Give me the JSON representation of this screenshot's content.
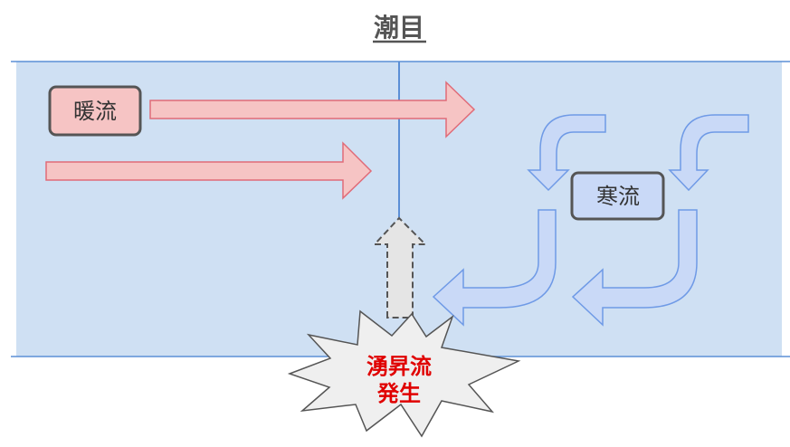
{
  "title": "潮目",
  "warm_current": {
    "label": "暖流"
  },
  "cold_current": {
    "label": "寒流"
  },
  "upwelling": {
    "line1": "湧昇流",
    "line2": "発生"
  },
  "colors": {
    "sea": "#cfe0f3",
    "sea_border": "#5b8fd6",
    "warm_fill": "#f6c4c4",
    "warm_stroke": "#e06b78",
    "cold_fill": "#c9d9f7",
    "cold_stroke": "#6f9ae6",
    "burst_fill": "#efefef",
    "burst_stroke": "#555555",
    "accent_red": "#e00000"
  }
}
